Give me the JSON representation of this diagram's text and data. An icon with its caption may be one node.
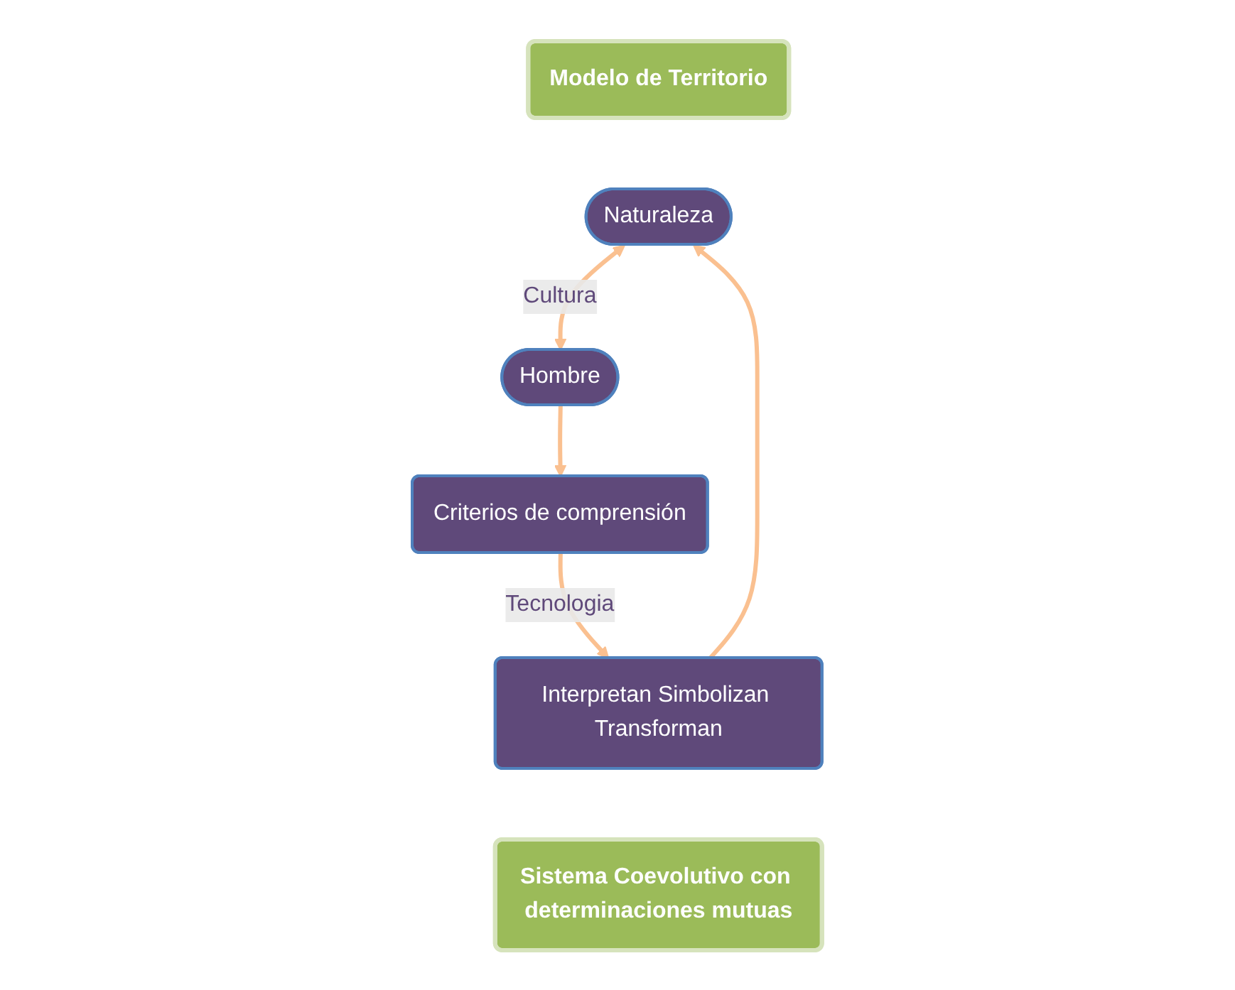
{
  "diagram": {
    "nodes": [
      {
        "text": [
          "Modelo de Territorio"
        ]
      },
      {
        "text": [
          "Naturaleza"
        ]
      },
      {
        "text": [
          "Hombre"
        ]
      },
      {
        "text": [
          "Interpretan Simbolizan Transforman"
        ]
      },
      {
        "text": [
          "Criterios de comprensión"
        ]
      },
      {
        "text": [
          "Sistema Coevolutivo con determinaciones mutuas"
        ]
      }
    ],
    "edges": [
      {
        "from": 1,
        "to": 2,
        "arrow": "both",
        "label": "Cultura"
      },
      {
        "from": 2,
        "to": 4,
        "arrow": "to"
      },
      {
        "from": 4,
        "to": 3,
        "arrow": "to",
        "label": "Tecnologia"
      },
      {
        "from": 3,
        "to": 1,
        "arrow": "to"
      }
    ]
  }
}
